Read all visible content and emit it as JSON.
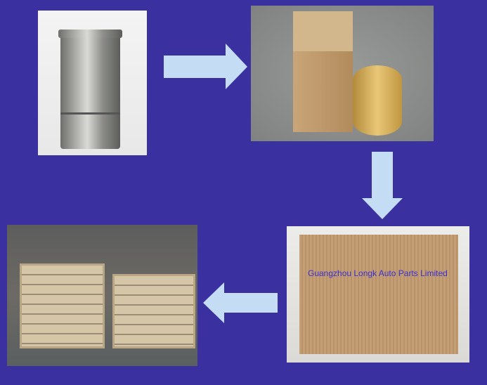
{
  "steps": [
    {
      "name": "cylinder-liner"
    },
    {
      "name": "carton-and-wrapped-liner"
    },
    {
      "name": "shipping-carton",
      "caption": "Guangzhou Longk Auto Parts Limited"
    },
    {
      "name": "wooden-crates"
    }
  ],
  "colors": {
    "background": "#3a30a0",
    "arrow": "#c5dcf5",
    "caption": "#3b2fd0"
  }
}
